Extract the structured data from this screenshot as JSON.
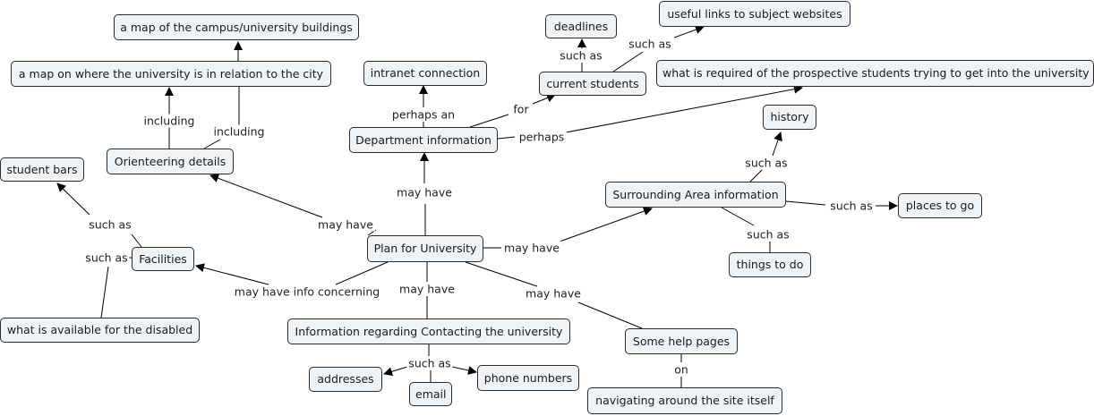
{
  "colors": {
    "node_fill": "#eef3f7",
    "node_border": "#2a2a2a",
    "link": "#000000"
  },
  "nodes": {
    "campus_map": "a map of the campus/university buildings",
    "city_map": "a map on where the university is in relation to the city",
    "orienteering": "Orienteering details",
    "student_bars": "student bars",
    "facilities": "Facilities",
    "disabled": "what is available for the disabled",
    "intranet": "intranet connection",
    "department": "Department information",
    "deadlines": "deadlines",
    "current_students": "current students",
    "useful_links": "useful links to subject websites",
    "prospective": "what is required of the prospective students trying to get into the university",
    "history": "history",
    "surrounding": "Surrounding Area information",
    "places": "places to go",
    "things": "things to do",
    "plan": "Plan for University",
    "contacting": "Information regarding Contacting the university",
    "addresses": "addresses",
    "email": "email",
    "phone": "phone numbers",
    "help": "Some help pages",
    "navigating": "navigating around the site itself"
  },
  "link_labels": {
    "including_left": "including",
    "including_right": "including",
    "such_as_bars": "such as",
    "such_as_disabled": "such as",
    "perhaps_an": "perhaps an",
    "for": "for",
    "such_as_deadlines": "such as",
    "such_as_links": "such as",
    "perhaps": "perhaps",
    "such_as_history": "such as",
    "such_as_places": "such as",
    "such_as_things": "such as",
    "may_have_department": "may have",
    "may_have_orienteering": "may have",
    "may_have_surrounding": "may have",
    "may_have_info": "may have info concerning",
    "may_have_contacting": "may have",
    "may_have_help": "may have",
    "such_as_contact": "such as",
    "on": "on"
  }
}
